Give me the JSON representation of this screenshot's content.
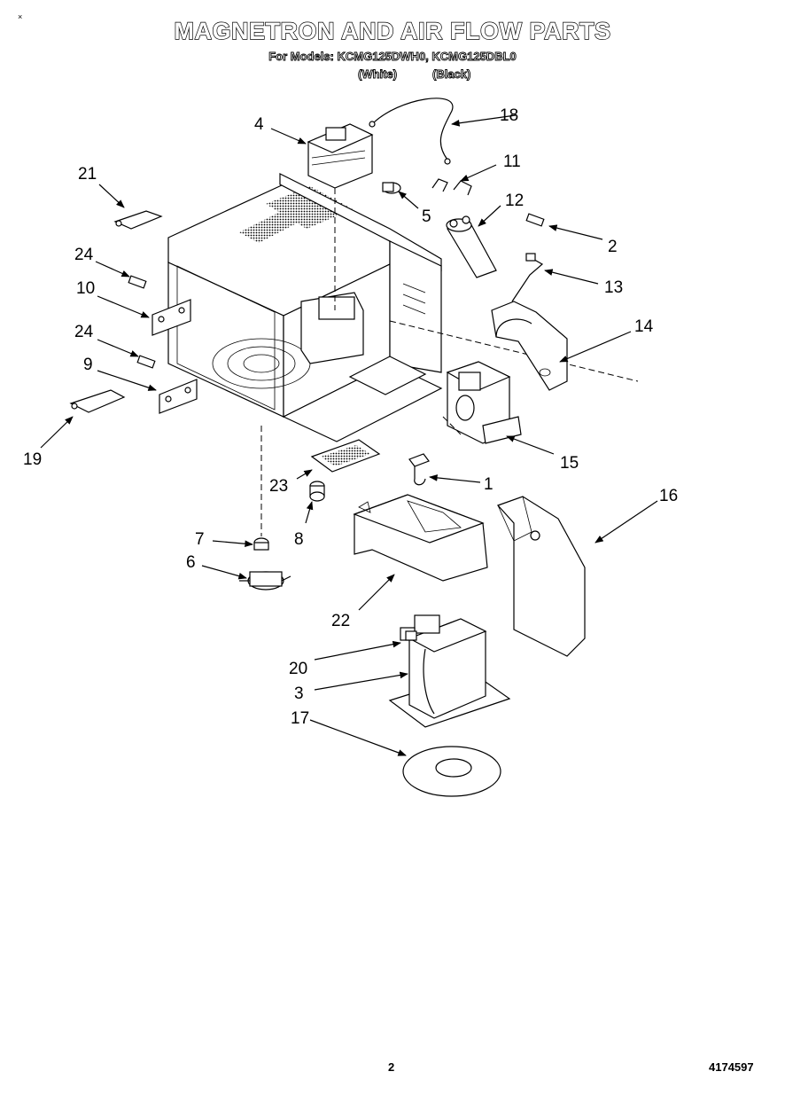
{
  "header": {
    "title": "MAGNETRON AND AIR FLOW PARTS",
    "models_line": "For Models: KCMG125DWH0, KCMG125DBL0",
    "variant_white": "(White)",
    "variant_black": "(Black)"
  },
  "footer": {
    "page_number": "2",
    "document_number": "4174597"
  },
  "corner_mark": "×",
  "callouts": [
    {
      "id": "c1",
      "label": "1"
    },
    {
      "id": "c2",
      "label": "2"
    },
    {
      "id": "c3",
      "label": "3"
    },
    {
      "id": "c4",
      "label": "4"
    },
    {
      "id": "c5",
      "label": "5"
    },
    {
      "id": "c6",
      "label": "6"
    },
    {
      "id": "c7",
      "label": "7"
    },
    {
      "id": "c8",
      "label": "8"
    },
    {
      "id": "c9",
      "label": "9"
    },
    {
      "id": "c10",
      "label": "10"
    },
    {
      "id": "c11",
      "label": "11"
    },
    {
      "id": "c12",
      "label": "12"
    },
    {
      "id": "c13",
      "label": "13"
    },
    {
      "id": "c14",
      "label": "14"
    },
    {
      "id": "c15",
      "label": "15"
    },
    {
      "id": "c16",
      "label": "16"
    },
    {
      "id": "c17",
      "label": "17"
    },
    {
      "id": "c18",
      "label": "18"
    },
    {
      "id": "c19",
      "label": "19"
    },
    {
      "id": "c20",
      "label": "20"
    },
    {
      "id": "c21",
      "label": "21"
    },
    {
      "id": "c22",
      "label": "22"
    },
    {
      "id": "c23",
      "label": "23"
    },
    {
      "id": "c24a",
      "label": "24"
    },
    {
      "id": "c24b",
      "label": "24"
    }
  ]
}
